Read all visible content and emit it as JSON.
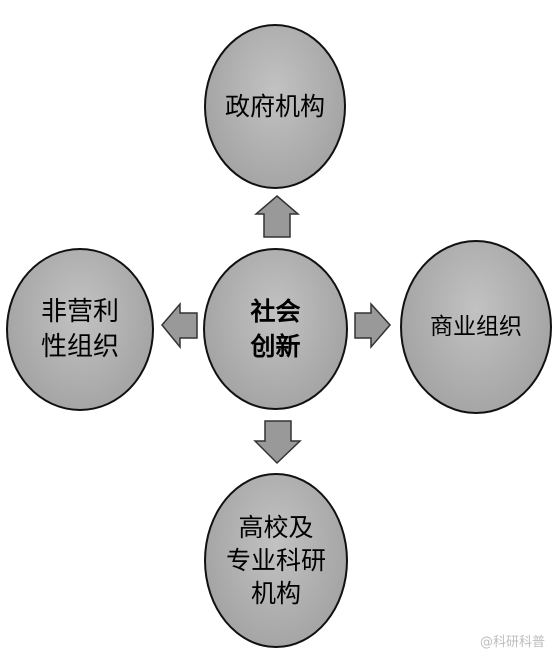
{
  "diagram": {
    "center": {
      "label": "社会\n创新"
    },
    "top": {
      "label": "政府机构"
    },
    "left": {
      "label": "非营利\n性组织"
    },
    "right": {
      "label": "商业组织"
    },
    "bottom": {
      "label": "高校及\n专业科研\n机构"
    }
  },
  "watermark": "@科研科普",
  "colors": {
    "node_fill": "#a6a6a6",
    "arrow_fill": "#999999",
    "outline": "#111111"
  }
}
